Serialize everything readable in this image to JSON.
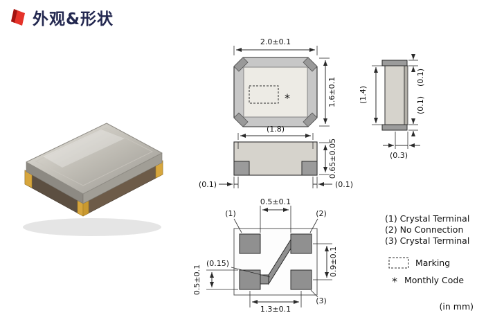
{
  "header": {
    "title": "外观&形状"
  },
  "dims": {
    "top_view": {
      "width": "2.0±0.1",
      "height": "1.6±0.1",
      "monthly_code": "*"
    },
    "front_view": {
      "lid_width": "(1.8)",
      "height": "0.65±0.05",
      "left_offset": "(0.1)",
      "right_offset": "(0.1)"
    },
    "side_view": {
      "inner_height": "(1.4)",
      "top_pad": "(0.1)",
      "bottom_pad": "(0.1)",
      "pad_width": "(0.3)"
    },
    "bottom_view": {
      "pad_gap": "0.5±0.1",
      "pad_height": "0.5±0.1",
      "trace_gap": "(0.15)",
      "vertical_pitch": "0.9±0.1",
      "horizontal_pitch": "1.3±0.1",
      "pin1": "(1)",
      "pin2": "(2)",
      "pin3": "(3)"
    }
  },
  "legend": {
    "pin1": "(1) Crystal Terminal",
    "pin2": "(2) No Connection",
    "pin3": "(3) Crystal Terminal",
    "marking": "Marking",
    "monthly_symbol": "*",
    "monthly_code": "Monthly Code",
    "unit_note": "(in mm)"
  },
  "colors": {
    "accent_red": "#e5332a",
    "title_text": "#232850",
    "drawing_line": "#2b2b2b"
  }
}
